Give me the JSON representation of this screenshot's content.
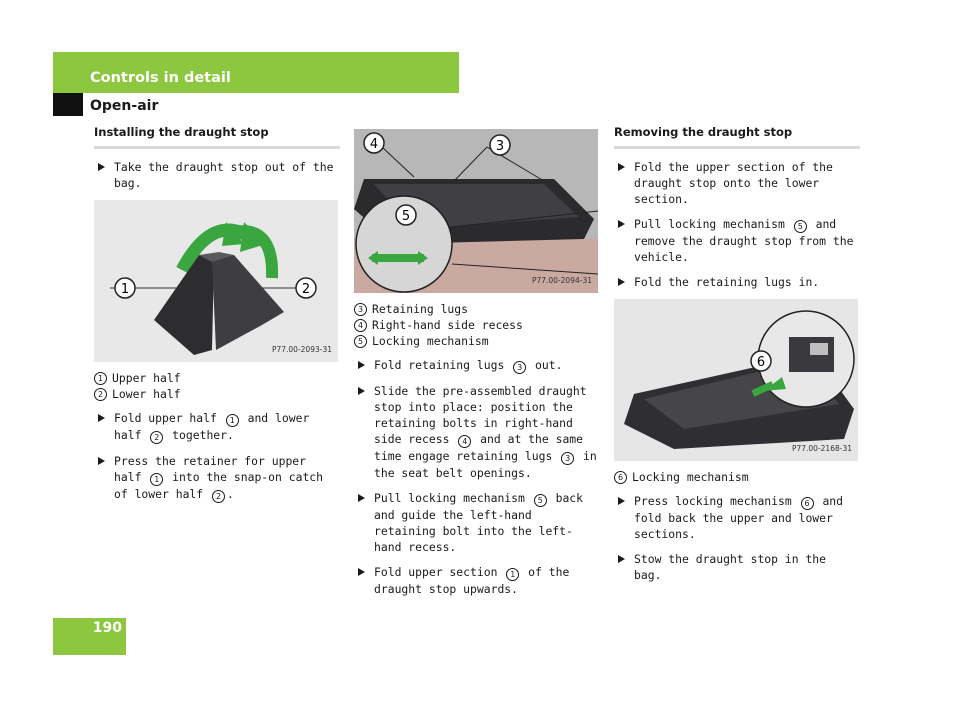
{
  "header": {
    "title": "Controls in detail",
    "subtitle": "Open-air",
    "page_number": "190"
  },
  "colors": {
    "accent": "#8dc63f",
    "tab": "#111111"
  },
  "install": {
    "title": "Installing the draught stop",
    "step1": "Take the draught stop out of the bag.",
    "figure1": {
      "code": "P77.00-2093-31",
      "callout1": "1",
      "callout2": "2"
    },
    "legend": [
      {
        "num": "1",
        "label": "Upper half"
      },
      {
        "num": "2",
        "label": "Lower half"
      }
    ],
    "step2": {
      "a": "Fold upper half",
      "n1": "1",
      "b": "and lower half",
      "n2": "2",
      "c": "together."
    },
    "step3": {
      "a": "Press the retainer for upper half",
      "n1": "1",
      "b": "into the snap-on catch of lower half",
      "n2": "2",
      "c": "."
    }
  },
  "middle": {
    "figure2": {
      "code": "P77.00-2094-31",
      "callout3": "3",
      "callout4": "4",
      "callout5": "5"
    },
    "legend": [
      {
        "num": "3",
        "label": "Retaining lugs"
      },
      {
        "num": "4",
        "label": "Right-hand side recess"
      },
      {
        "num": "5",
        "label": "Locking mechanism"
      }
    ],
    "step1": {
      "a": "Fold retaining lugs",
      "n": "3",
      "b": "out."
    },
    "step2": {
      "a": "Slide the pre-assembled draught stop into place: position the retaining bolts in right-hand side recess",
      "n1": "4",
      "b": "and at the same time engage retaining lugs",
      "n2": "3",
      "c": "in the seat belt openings."
    },
    "step3": {
      "a": "Pull locking mechanism",
      "n": "5",
      "b": "back and guide the left-hand retaining bolt into the left-hand recess."
    },
    "step4": {
      "a": "Fold upper section",
      "n": "1",
      "b": "of the draught stop upwards."
    }
  },
  "remove": {
    "title": "Removing the draught stop",
    "step1": "Fold the upper section of the draught stop onto the lower section.",
    "step2": {
      "a": "Pull locking mechanism",
      "n": "5",
      "b": "and remove the draught stop from the vehicle."
    },
    "step3": "Fold the retaining lugs in.",
    "figure3": {
      "code": "P77.00-2168-31",
      "callout6": "6"
    },
    "legend": [
      {
        "num": "6",
        "label": "Locking mechanism"
      }
    ],
    "step4": {
      "a": "Press locking mechanism",
      "n": "6",
      "b": "and fold back the upper and lower sections."
    },
    "step5": "Stow the draught stop in the bag."
  }
}
